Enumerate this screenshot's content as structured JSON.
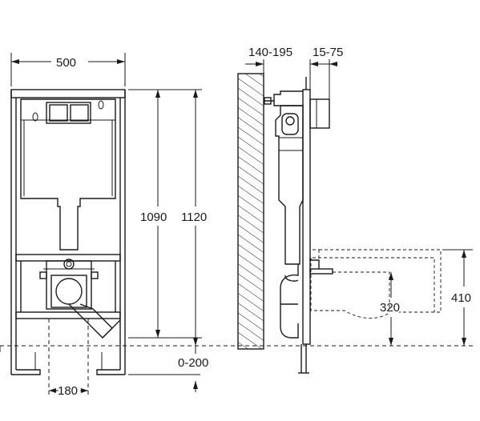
{
  "dimensions": {
    "frame_width": "500",
    "height_inner": "1090",
    "height_total": "1120",
    "floor_adjust": "0-200",
    "foot_spacing": "180",
    "wall_gap": "140-195",
    "depth_offset": "15-75",
    "bowl_height": "320",
    "bowl_top_height": "410"
  }
}
